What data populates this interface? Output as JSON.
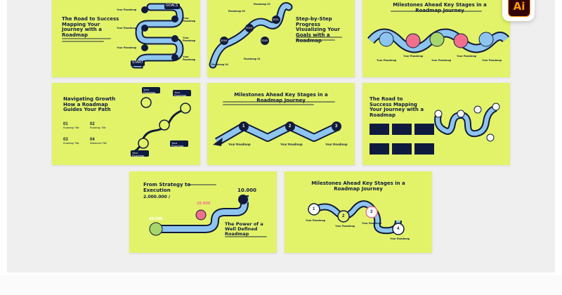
{
  "app": {
    "badge_text": "Ai",
    "badge_colors": {
      "bg": "#330000",
      "fg": "#ff9a00"
    }
  },
  "colors": {
    "slide_bg": "#e2f36a",
    "navy": "#111a3a",
    "road": "#8ec5f0"
  },
  "slides": [
    {
      "title": "The Road to Success Mapping Your Journey with a Roadmap",
      "goal": "GOALS",
      "start": "START",
      "left_labels": [
        "Your Roadmap",
        "Your Roadmap",
        "Your Roadmap"
      ],
      "right_labels": [
        "Your Roadmap",
        "Your Roadmap",
        "Your Roadmap"
      ],
      "nums": [
        "6",
        "5",
        "4",
        "3",
        "2",
        "1"
      ]
    },
    {
      "title": "Step-by-Step Progress Visualizing Your Goals with a Roadmap",
      "years": [
        "2018",
        "2019",
        "2020",
        "2021"
      ],
      "labels": [
        "Roadmap 04",
        "Roadmap 03",
        "Roadmap 02",
        "Roadmap 01"
      ]
    },
    {
      "title": "Milestones Ahead Key Stages in a Roadmap Journey",
      "labels": [
        "Your Roadmap",
        "Your Roadmap",
        "Your Roadmap",
        "Your Roadmap",
        "Your Roadmap"
      ]
    },
    {
      "title": "Navigating Growth How a Roadmap Guides Your Path",
      "items": [
        {
          "n": "01",
          "l": "Roadmap Title"
        },
        {
          "n": "02",
          "l": "Roadmap Title"
        },
        {
          "n": "03",
          "l": "Roadmap Title"
        },
        {
          "n": "04",
          "l": "Milestones Title"
        }
      ],
      "cards": [
        "Your Roadmap",
        "Your Roadmap",
        "Your Roadmap",
        "Your Roadmap"
      ]
    },
    {
      "title": "Milestones Ahead Key Stages in a Roadmap Journey",
      "nums": [
        "1",
        "2",
        "3"
      ],
      "labels": [
        "Your Roadmap",
        "Your Roadmap",
        "Your Roadmap"
      ]
    },
    {
      "title": "The Road to Success Mapping Your Journey with a Roadmap"
    },
    {
      "title": "From Strategy to Execution",
      "big": "2.000.000 /",
      "v10": "10.000",
      "v20": "20.000",
      "v40": "40.000",
      "sub": "The Power of a Well Defined Roadmap"
    },
    {
      "title": "Milestones Ahead Key Stages in a Roadmap Journey",
      "nums": [
        "1",
        "2",
        "3",
        "4"
      ],
      "labels": [
        "Your Roadmap",
        "Your Roadmap",
        "Your Roadmap",
        "Your Roadmap"
      ]
    }
  ]
}
